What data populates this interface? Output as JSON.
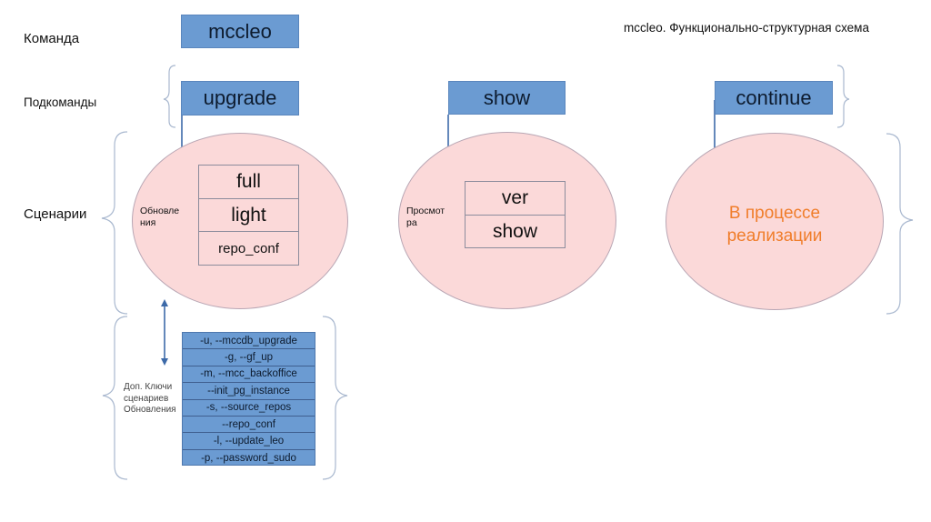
{
  "title": "mccleo. Функционально-структурная схема",
  "row_labels": {
    "command": "Команда",
    "subcommands": "Подкоманды",
    "scenarios": "Сценарии"
  },
  "command": {
    "label": "mccleo"
  },
  "subcommands": [
    {
      "label": "upgrade",
      "group_label_lines": [
        "Обновле",
        "ния"
      ],
      "scenarios": [
        "full",
        "light",
        "repo_conf"
      ]
    },
    {
      "label": "show",
      "group_label_lines": [
        "Просмот",
        "ра"
      ],
      "scenarios": [
        "ver",
        "show"
      ]
    },
    {
      "label": "continue",
      "status_lines": [
        "В процессе",
        "реализации"
      ]
    }
  ],
  "extra_keys": {
    "label_lines": [
      "Доп. Ключи",
      "сценариев",
      "Обновления"
    ],
    "items": [
      "-u, --mccdb_upgrade",
      "-g, --gf_up",
      "-m, --mcc_backoffice",
      "--init_pg_instance",
      "-s, --source_repos",
      "--repo_conf",
      "-l, --update_leo",
      "-p, --password_sudo"
    ]
  },
  "colors": {
    "command_fill": "#6b9bd2",
    "ellipse_fill": "#fbd9d9",
    "arrow": "#3d6aa8",
    "bracket": "#a9b8cf",
    "in_progress_text": "#f07d2a"
  }
}
